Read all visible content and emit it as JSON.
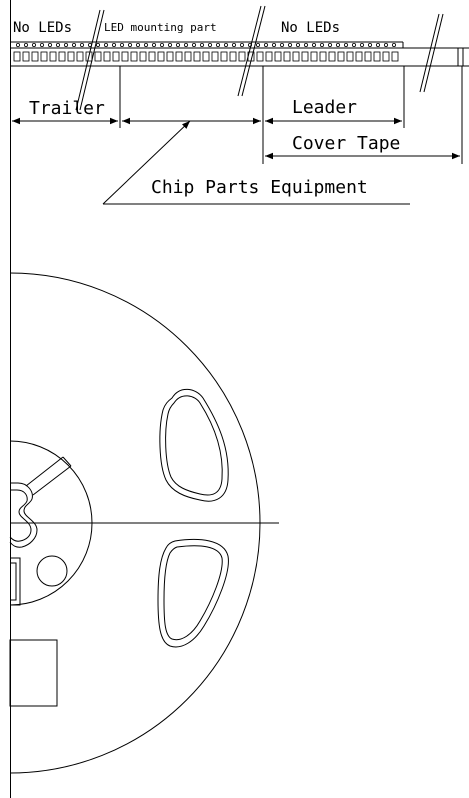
{
  "labels": {
    "no_leds_left": "No LEDs",
    "led_mounting_part": "LED mounting part",
    "no_leds_right": "No LEDs",
    "trailer": "Trailer",
    "leader": "Leader",
    "cover_tape": "Cover Tape",
    "chip_parts_equipment": "Chip Parts Equipment"
  },
  "colors": {
    "line": "#000000",
    "background": "#ffffff"
  }
}
